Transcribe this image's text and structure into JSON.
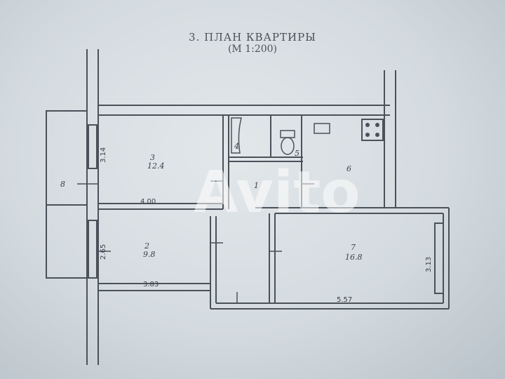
{
  "plan": {
    "title": "3. ПЛАН КВАРТИРЫ",
    "scale": "(М 1:200)"
  },
  "rooms": [
    {
      "number": "3",
      "area": "12.4"
    },
    {
      "number": "2",
      "area": "9.8"
    },
    {
      "number": "7",
      "area": "16.8"
    },
    {
      "number": "6",
      "area": ""
    },
    {
      "number": "1",
      "area": ""
    },
    {
      "number": "4",
      "area": ""
    },
    {
      "number": "5",
      "area": ""
    },
    {
      "number": "8",
      "area": ""
    }
  ],
  "dimensions": {
    "room3_width": "4.00",
    "room3_depth": "3.14",
    "room2_width": "3.83",
    "room2_depth": "2.65",
    "room7_width": "5.57",
    "room7_depth": "3.13"
  },
  "watermark": "Avito",
  "colors": {
    "wall": "#4b5159",
    "paper": "#d9dfe3",
    "ink": "#3a3f47"
  }
}
